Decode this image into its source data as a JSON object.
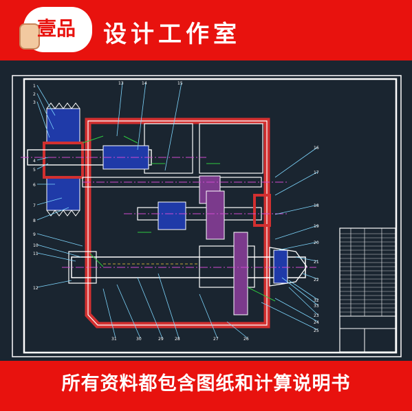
{
  "header": {
    "logo_text": "壹品",
    "brand_title": "设计工作室"
  },
  "footer": {
    "caption": "所有资料都包含图纸和计算说明书"
  },
  "drawing": {
    "part_labels": [
      "1",
      "2",
      "3",
      "4",
      "5",
      "6",
      "7",
      "8",
      "9",
      "10",
      "11",
      "12",
      "13",
      "14",
      "15",
      "16",
      "17",
      "18",
      "19",
      "20",
      "21",
      "22",
      "23",
      "24",
      "25",
      "26",
      "27",
      "28",
      "29",
      "30",
      "31",
      "32",
      "33"
    ]
  },
  "colors": {
    "banner_red": "#e8120e",
    "drawing_bg": "#1a2530",
    "frame_white": "#ffffff",
    "hatch_red": "#d23030",
    "part_blue": "#1f3aa8",
    "part_purple": "#7b3a8c",
    "centerline_magenta": "#d24ad2",
    "dimension_green": "#2ecc40",
    "leader_cyan": "#7fd8ff"
  }
}
